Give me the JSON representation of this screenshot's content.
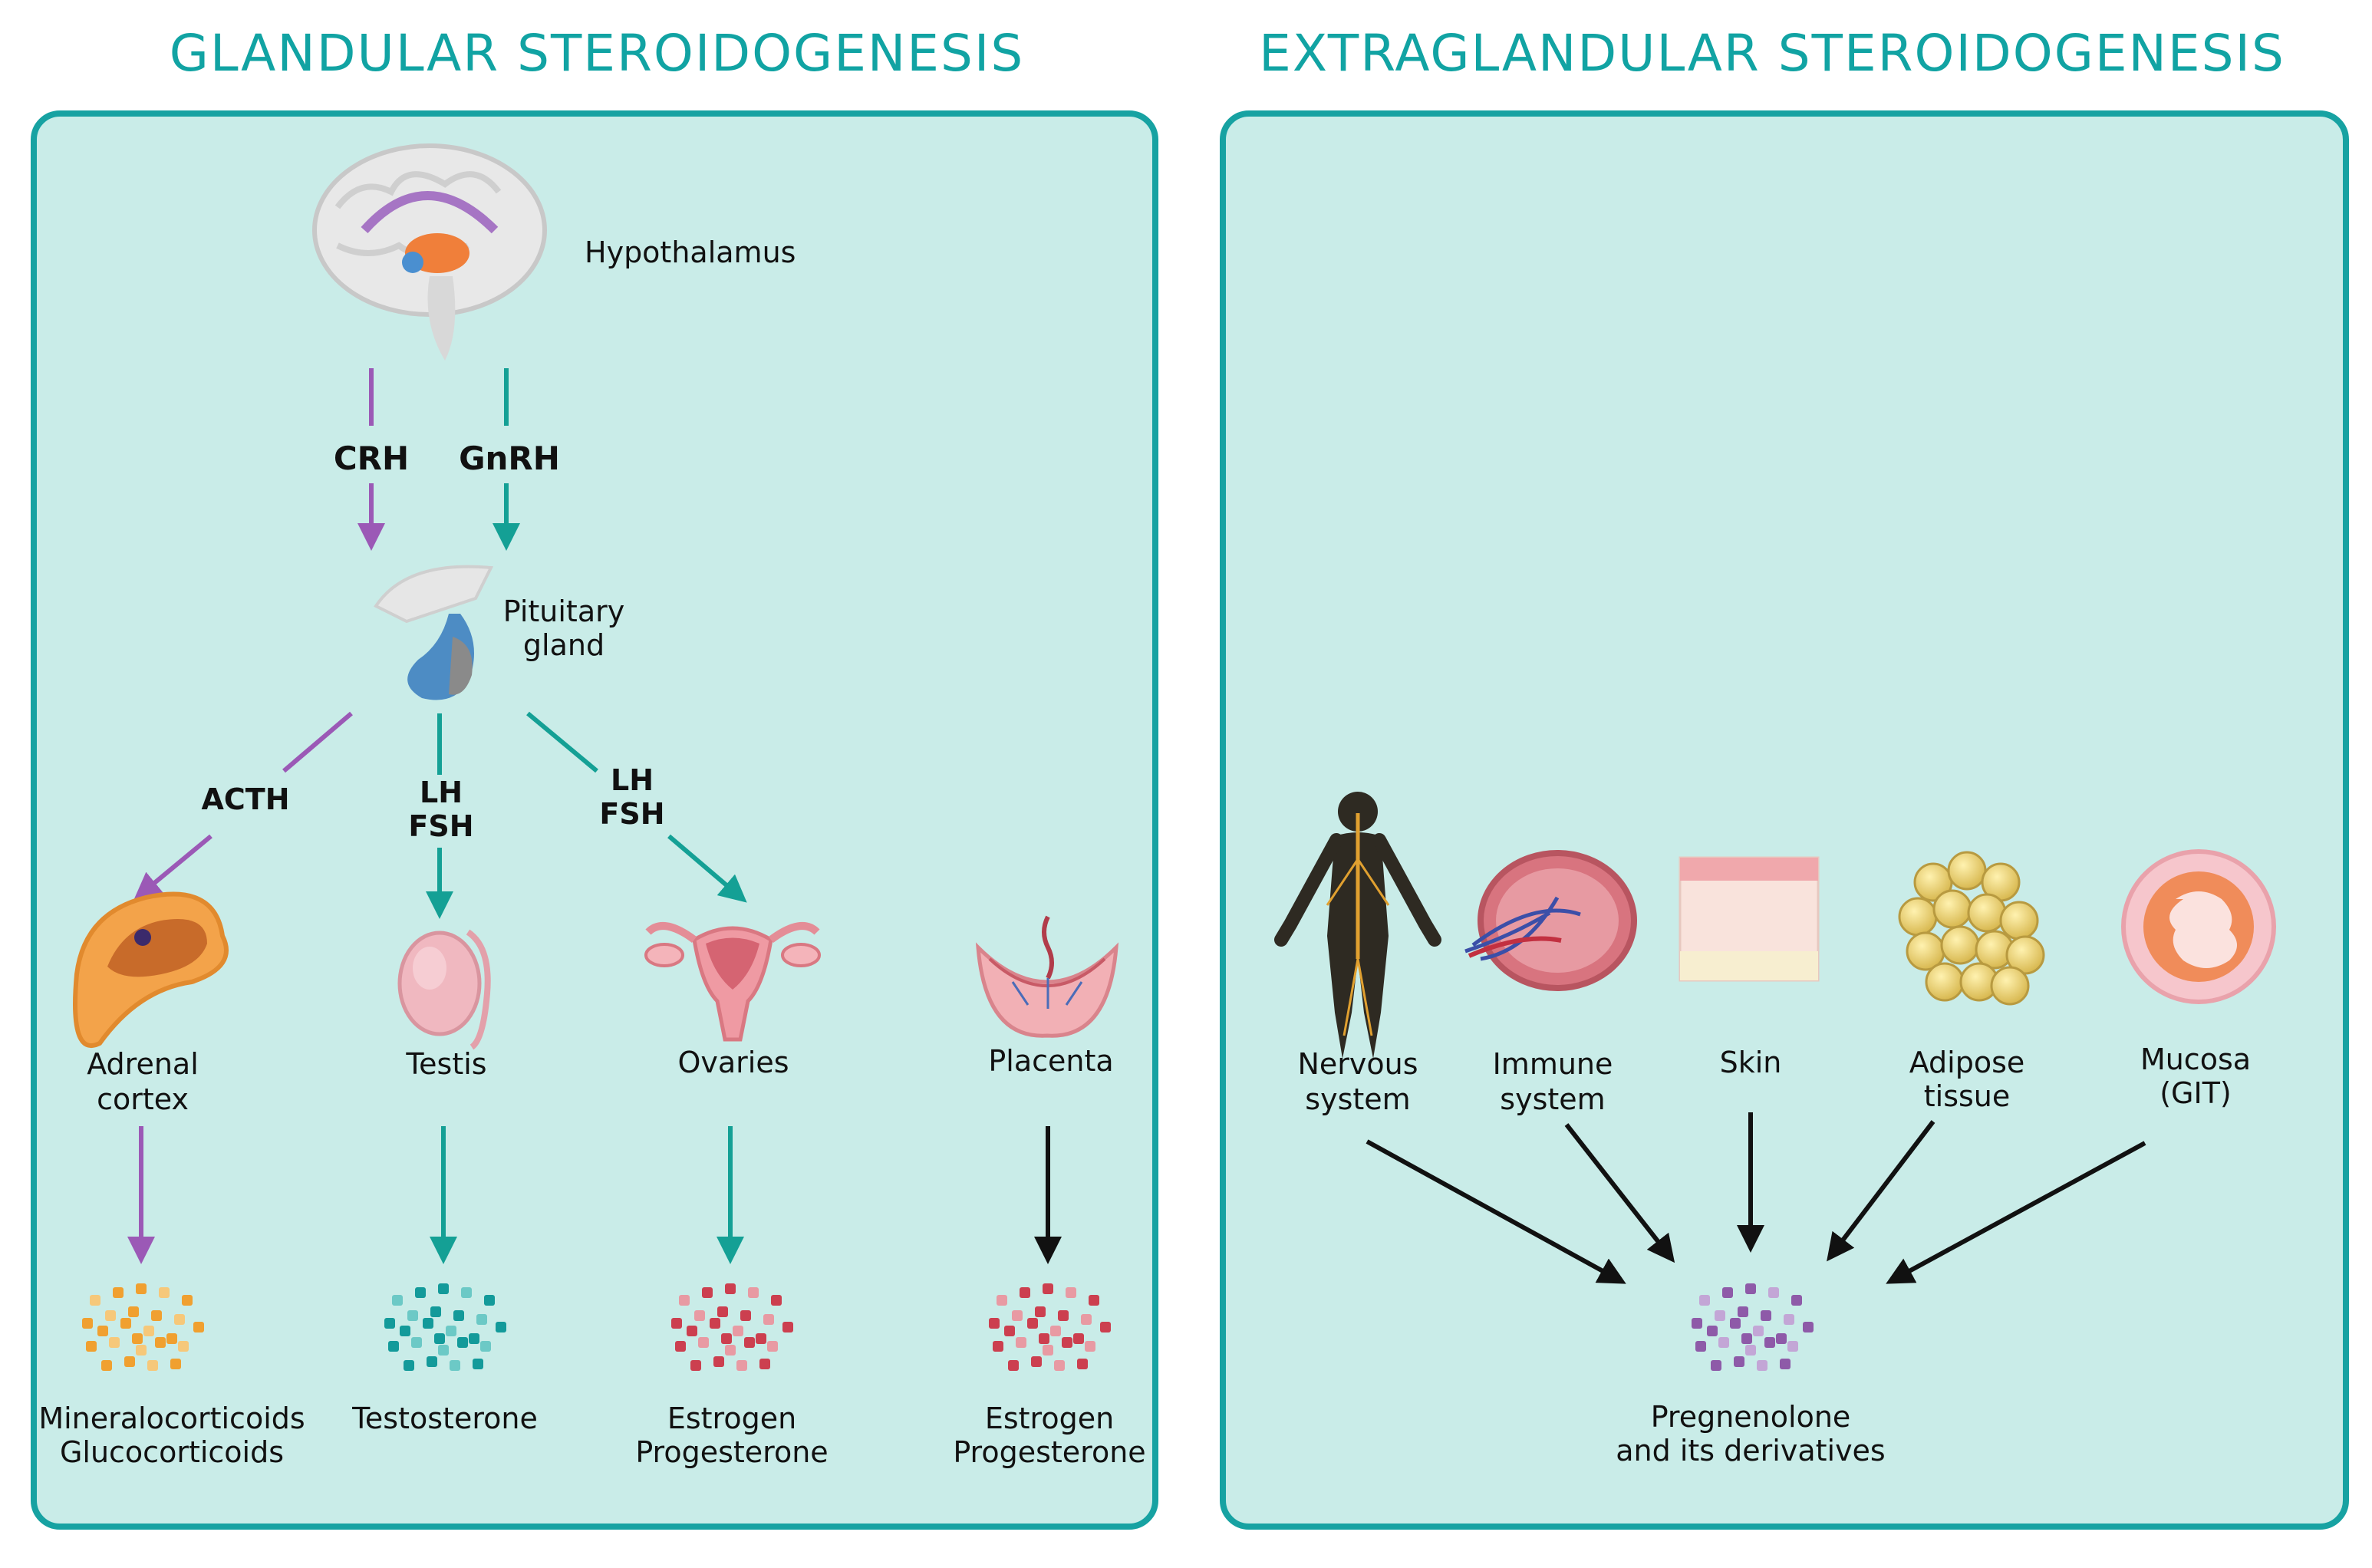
{
  "left_panel": {
    "title": "GLANDULAR STEROIDOGENESIS",
    "hypothalamus_label": "Hypothalamus",
    "hormones_top": {
      "crh": "CRH",
      "gnrh": "GnRH"
    },
    "pituitary_label": [
      "Pituitary",
      "gland"
    ],
    "pituitary_hormones": {
      "acth": "ACTH",
      "testis_path": [
        "LH",
        "FSH"
      ],
      "ovary_path": [
        "LH",
        "FSH"
      ]
    },
    "organs": {
      "adrenal": [
        "Adrenal",
        "cortex"
      ],
      "testis": "Testis",
      "ovaries": "Ovaries",
      "placenta": "Placenta"
    },
    "products": {
      "adrenal": [
        "Mineralocorticoids",
        "Glucocorticoids"
      ],
      "testis": "Testosterone",
      "ovaries": [
        "Estrogen",
        "Progesterone"
      ],
      "placenta": [
        "Estrogen",
        "Progesterone"
      ]
    }
  },
  "right_panel": {
    "title": "EXTRAGLANDULAR STEROIDOGENESIS",
    "sources": {
      "nervous": [
        "Nervous",
        "system"
      ],
      "immune": [
        "Immune",
        "system"
      ],
      "skin": "Skin",
      "adipose": [
        "Adipose",
        "tissue"
      ],
      "mucosa": [
        "Mucosa",
        "(GIT)"
      ]
    },
    "product": [
      "Pregnenolone",
      "and its derivatives"
    ]
  },
  "colors": {
    "accent_teal": "#14a095",
    "panel_fill": "#c9ece8",
    "purple": "#9b59b6",
    "black": "#111111",
    "orange": "#f0a030",
    "red": "#cc3f4f",
    "violet": "#8e5aa8"
  },
  "icons": {
    "hypothalamus": "brain-icon",
    "pituitary": "pituitary-gland-icon",
    "adrenal": "adrenal-cortex-icon",
    "testis": "testis-icon",
    "ovaries": "uterus-ovaries-icon",
    "placenta": "placenta-icon",
    "nervous": "human-body-nervous-icon",
    "immune": "lymph-node-icon",
    "skin": "skin-layers-icon",
    "adipose": "fat-cells-icon",
    "mucosa": "gut-mucosa-icon",
    "molecules": "molecule-cluster-icon"
  }
}
